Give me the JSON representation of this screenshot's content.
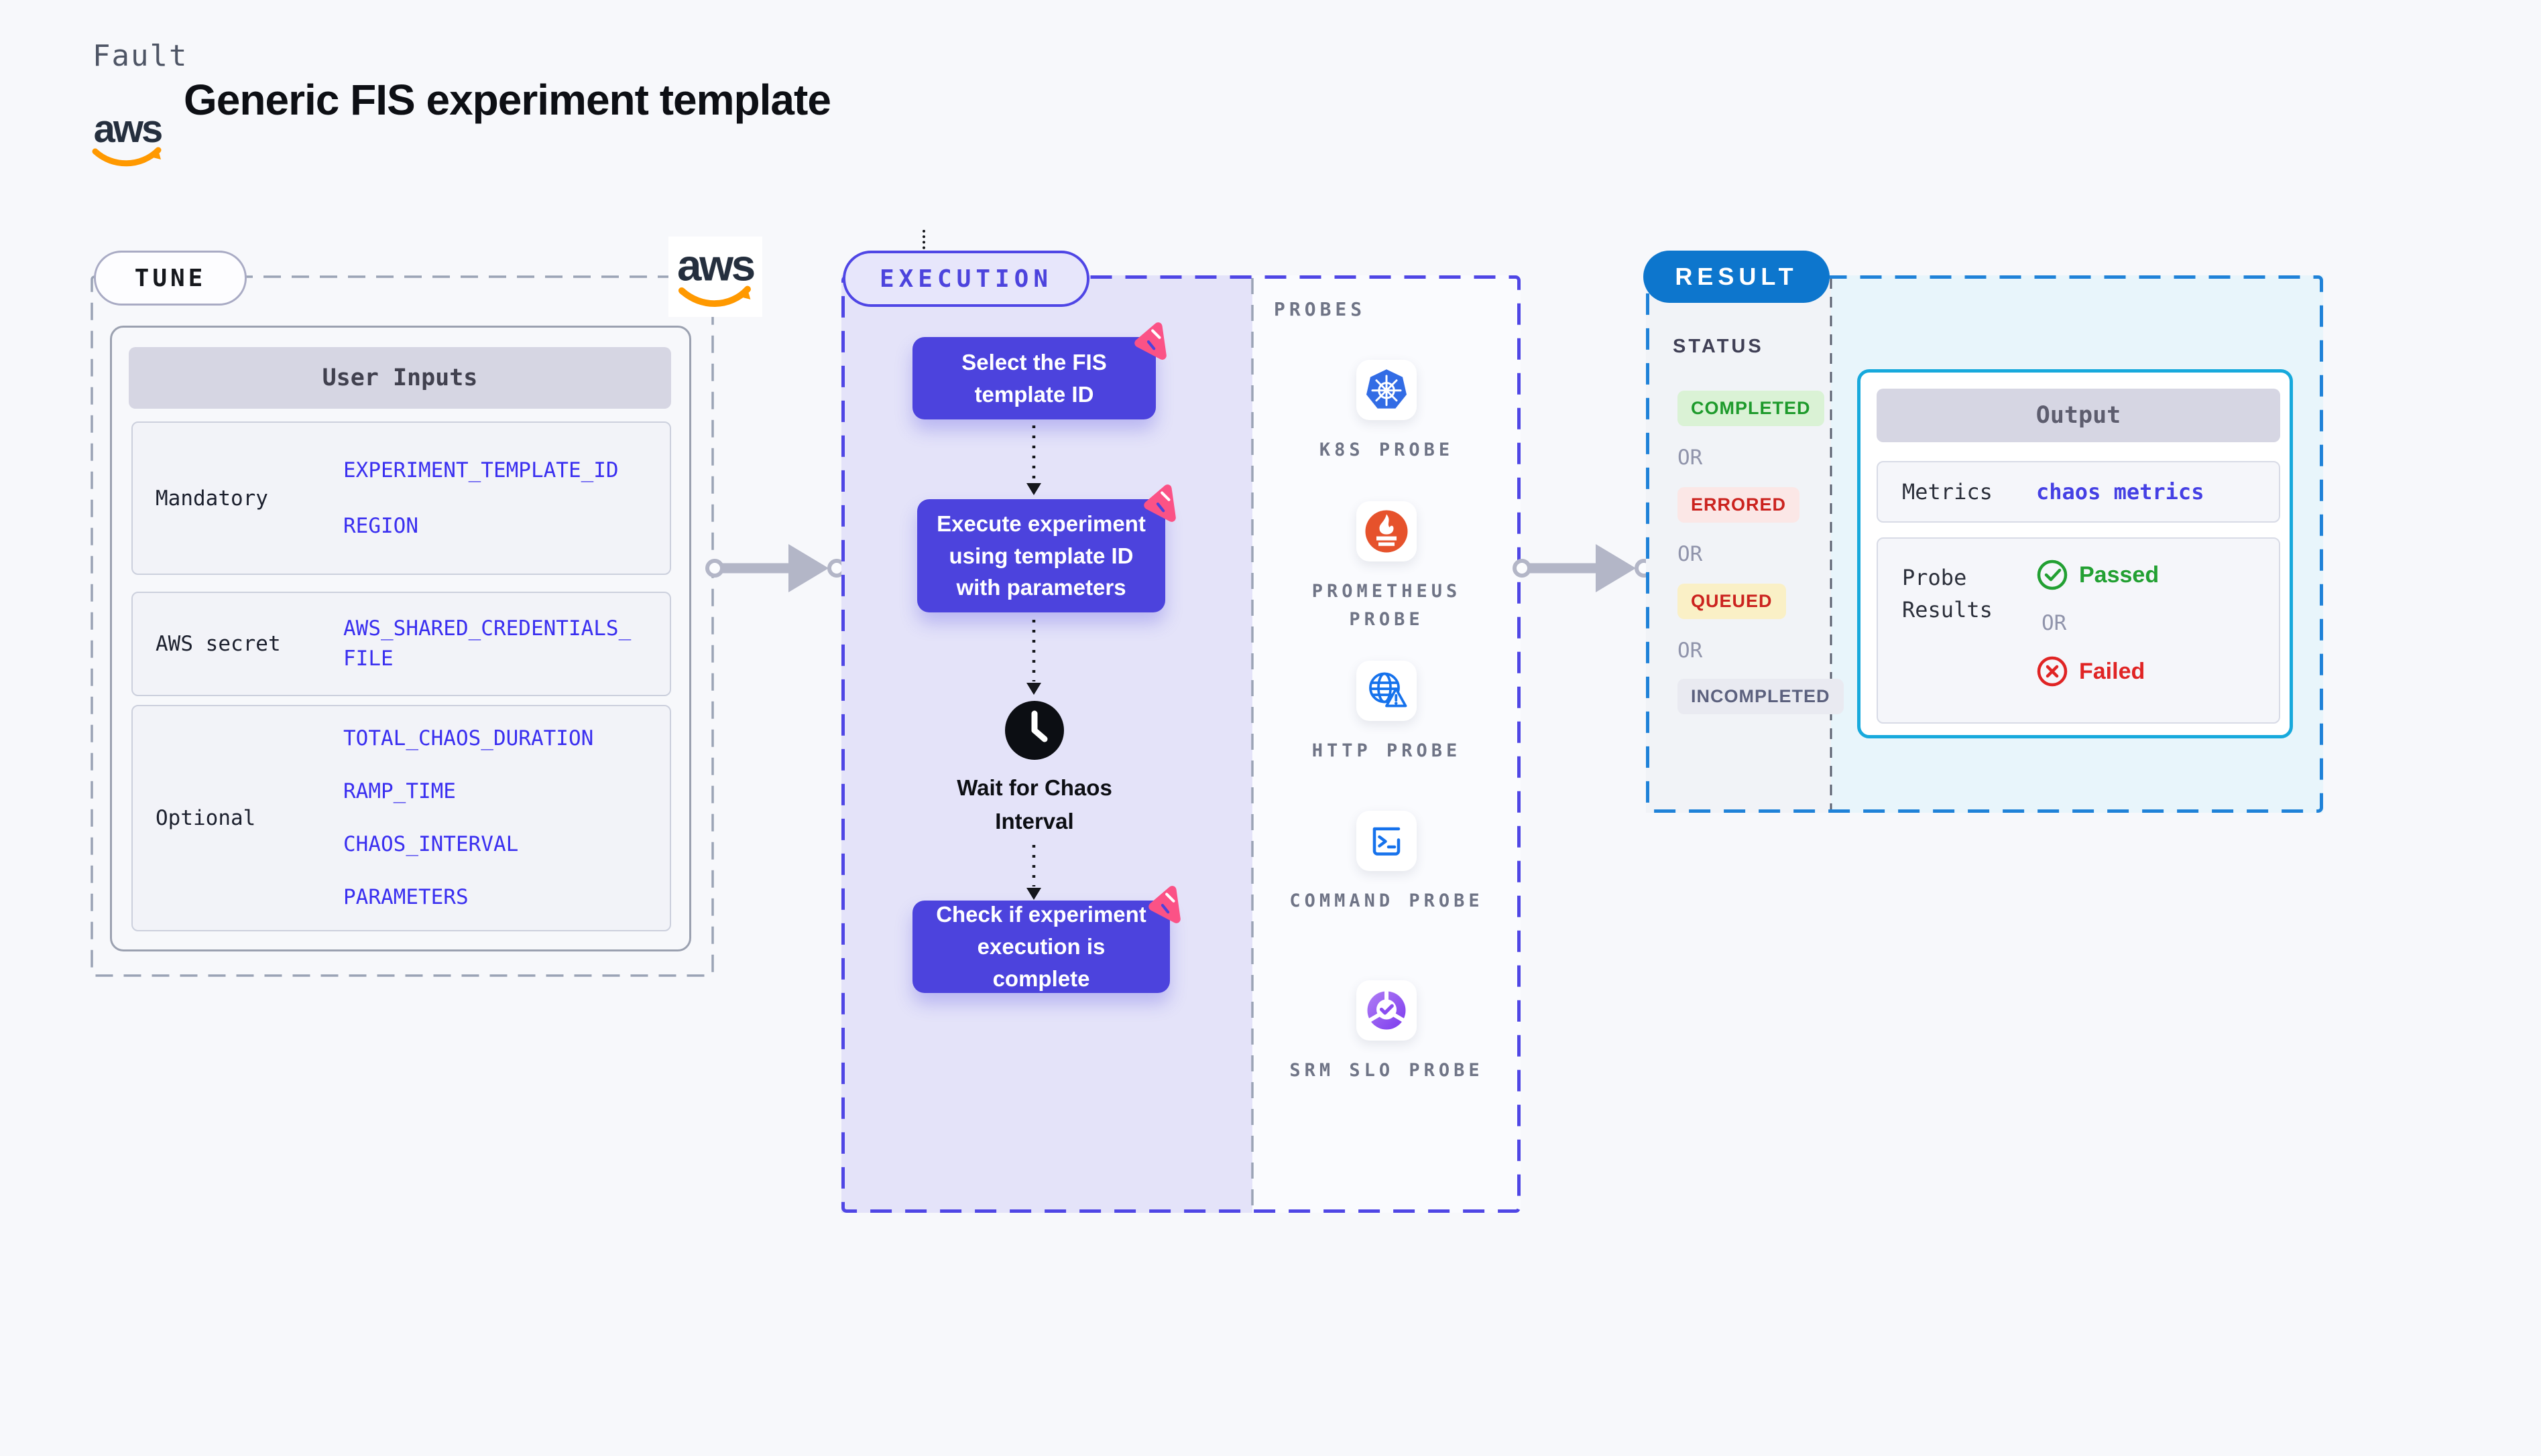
{
  "header": {
    "brand": "Fault",
    "title": "Generic FIS experiment template"
  },
  "aws_logo_text": "aws",
  "tune": {
    "badge": "TUNE",
    "table": {
      "header": "User Inputs",
      "rows": [
        {
          "label": "Mandatory",
          "values": [
            "EXPERIMENT_TEMPLATE_ID",
            "REGION"
          ]
        },
        {
          "label": "AWS secret",
          "values": [
            "AWS_SHARED_CREDENTIALS_FILE"
          ]
        },
        {
          "label": "Optional",
          "values": [
            "TOTAL_CHAOS_DURATION",
            "RAMP_TIME",
            "CHAOS_INTERVAL",
            "PARAMETERS"
          ]
        }
      ]
    }
  },
  "execution": {
    "badge": "EXECUTION",
    "steps": [
      "Select the FIS template ID",
      "Execute experiment using template ID with parameters",
      "Check if experiment execution is complete"
    ],
    "wait_label": "Wait for Chaos Interval",
    "probes": {
      "title": "PROBES",
      "items": [
        {
          "label": "K8S PROBE",
          "icon": "kubernetes-icon"
        },
        {
          "label": "PROMETHEUS PROBE",
          "icon": "prometheus-icon"
        },
        {
          "label": "HTTP PROBE",
          "icon": "globe-warning-icon"
        },
        {
          "label": "COMMAND PROBE",
          "icon": "terminal-icon"
        },
        {
          "label": "SRM SLO PROBE",
          "icon": "slo-pie-check-icon"
        }
      ]
    }
  },
  "result": {
    "badge": "RESULT",
    "status": {
      "title": "STATUS",
      "separator": "OR",
      "badges": [
        {
          "label": "COMPLETED",
          "bg": "#daf2d5",
          "fg": "#1d9a2b"
        },
        {
          "label": "ERRORED",
          "bg": "#fbe7e6",
          "fg": "#cb221e"
        },
        {
          "label": "QUEUED",
          "bg": "#faf0c6",
          "fg": "#cb221e"
        },
        {
          "label": "INCOMPLETED",
          "bg": "#e9eaf1",
          "fg": "#5c617e"
        }
      ]
    },
    "output": {
      "header": "Output",
      "metrics_label": "Metrics",
      "metrics_value": "chaos metrics",
      "probe_results_label": "Probe Results",
      "passed": "Passed",
      "separator": "OR",
      "failed": "Failed"
    }
  },
  "colors": {
    "background": "#f7f8fb",
    "indigo_border": "#4f46e5",
    "indigo_box": "#4c43dd",
    "lavender_panel": "#e4e3f9",
    "value_blue": "#3a2ff0",
    "result_blue": "#0d76cd",
    "output_border_cyan": "#17a9dc",
    "arrow_gray": "#b3b6c7",
    "chaos_pink": "#fb5286",
    "k8s_blue": "#326ce5",
    "prometheus_orange": "#e6522c",
    "http_blue": "#1672ec",
    "srm_purple": "#8b4df0",
    "passed_green": "#22a032",
    "failed_red": "#e02424"
  }
}
